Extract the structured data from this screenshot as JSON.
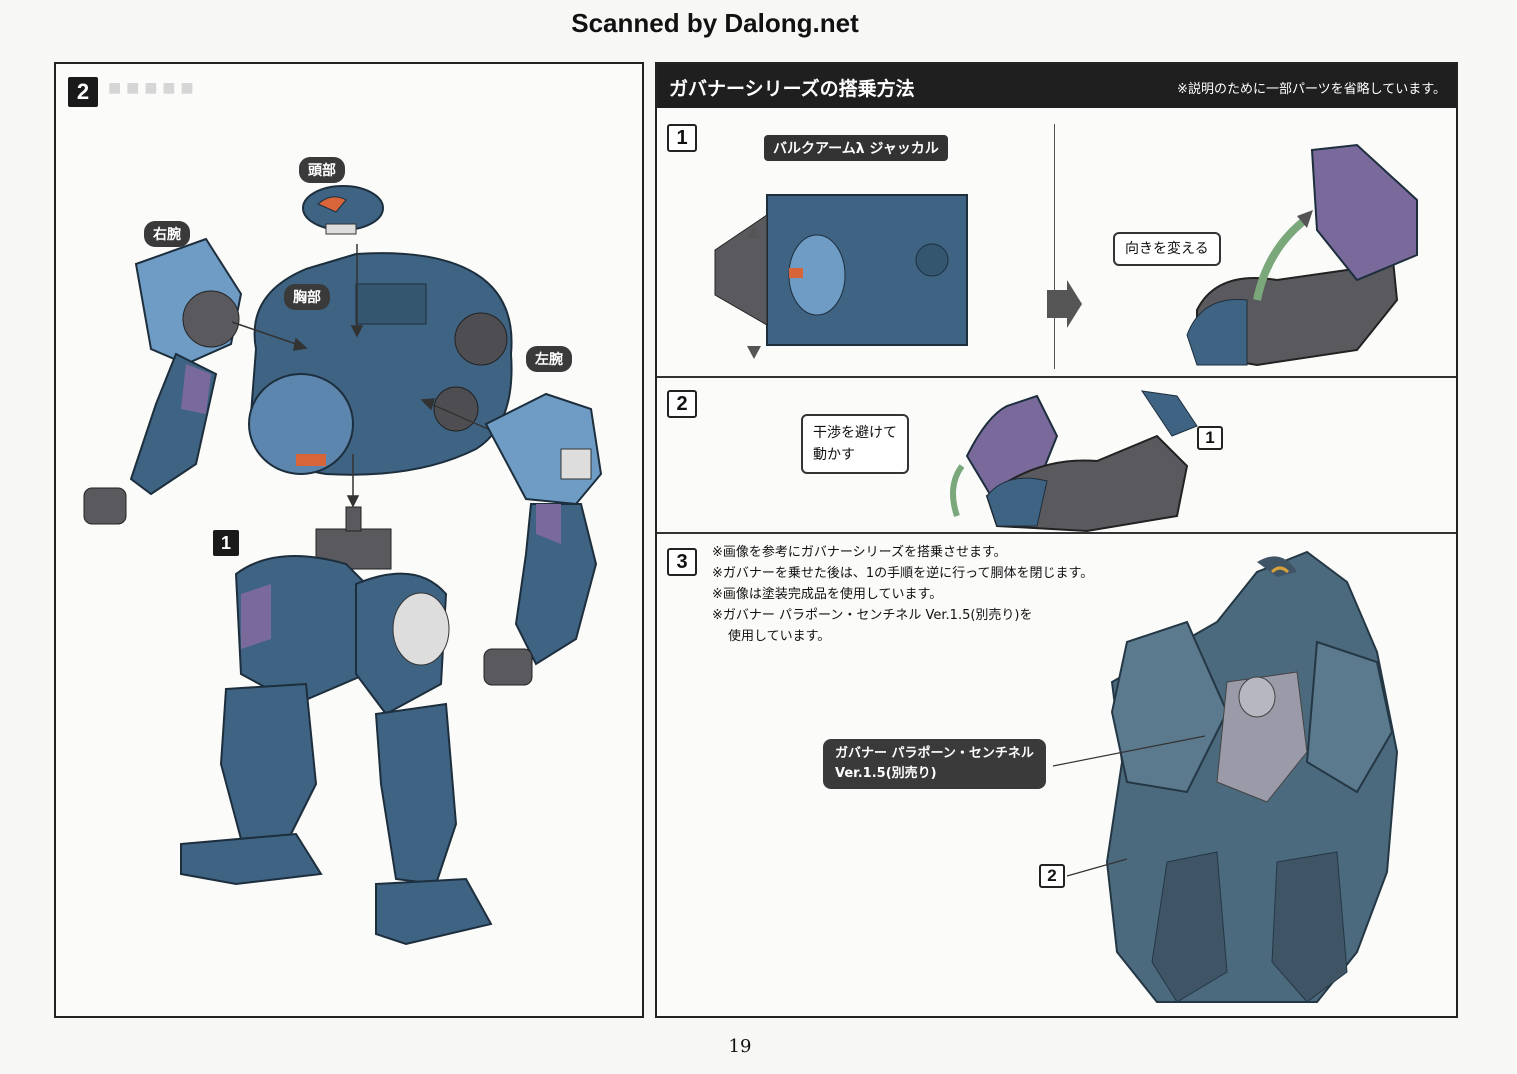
{
  "watermark": "Scanned by Dalong.net",
  "page_number": "19",
  "left_panel": {
    "step_number": "2",
    "parts": {
      "head": "頭部",
      "right_arm": "右腕",
      "chest": "胸部",
      "left_arm": "左腕"
    },
    "lower_body_ref": "1"
  },
  "right_panel": {
    "title": "ガバナーシリーズの搭乗方法",
    "note": "※説明のために一部パーツを省略しています。",
    "step1": {
      "number": "1",
      "mech_label": "バルクアームλ ジャッカル",
      "callout": "向きを変える"
    },
    "step2": {
      "number": "2",
      "callout_line1": "干渉を避けて",
      "callout_line2": "動かす",
      "ref": "1"
    },
    "step3": {
      "number": "3",
      "notes": [
        "※画像を参考にガバナーシリーズを搭乗させます。",
        "※ガバナーを乗せた後は、1の手順を逆に行って胴体を閉じます。",
        "※画像は塗装完成品を使用しています。",
        "※ガバナー パラポーン・センチネル Ver.1.5(別売り)を",
        "使用しています。"
      ],
      "governor_label_line1": "ガバナー パラポーン・センチネル",
      "governor_label_line2": "Ver.1.5(別売り)",
      "ref": "2"
    }
  },
  "colors": {
    "mech_blue": "#3f6383",
    "mech_light_blue": "#6f9cc4",
    "mech_purple": "#7a6a9c",
    "mech_gray": "#5a5a5e",
    "accent_orange": "#d8643a",
    "header_black": "#1f1f1f"
  }
}
